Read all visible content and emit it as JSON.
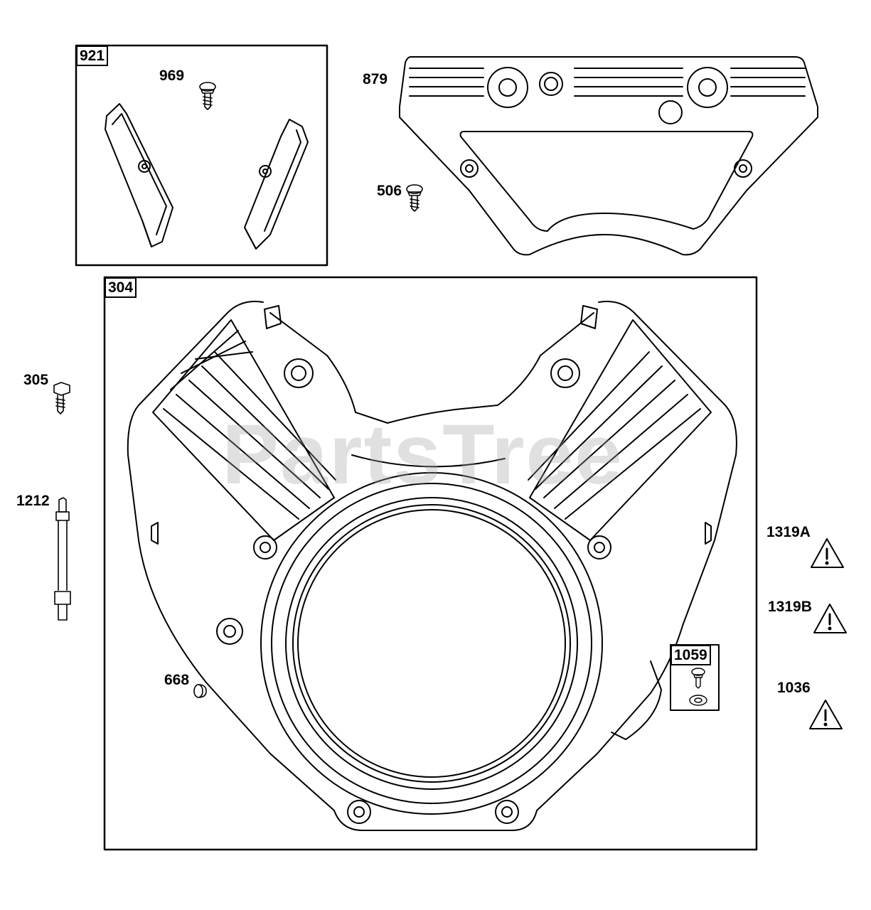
{
  "watermark": "PartsTree",
  "groups": {
    "g921": "921",
    "g304": "304",
    "g1059": "1059"
  },
  "parts": {
    "p969": "969",
    "p879": "879",
    "p506": "506",
    "p305": "305",
    "p1212": "1212",
    "p668": "668",
    "p1319A": "1319A",
    "p1319B": "1319B",
    "p1036": "1036"
  },
  "icons": {
    "warning": "warning-triangle-icon"
  }
}
